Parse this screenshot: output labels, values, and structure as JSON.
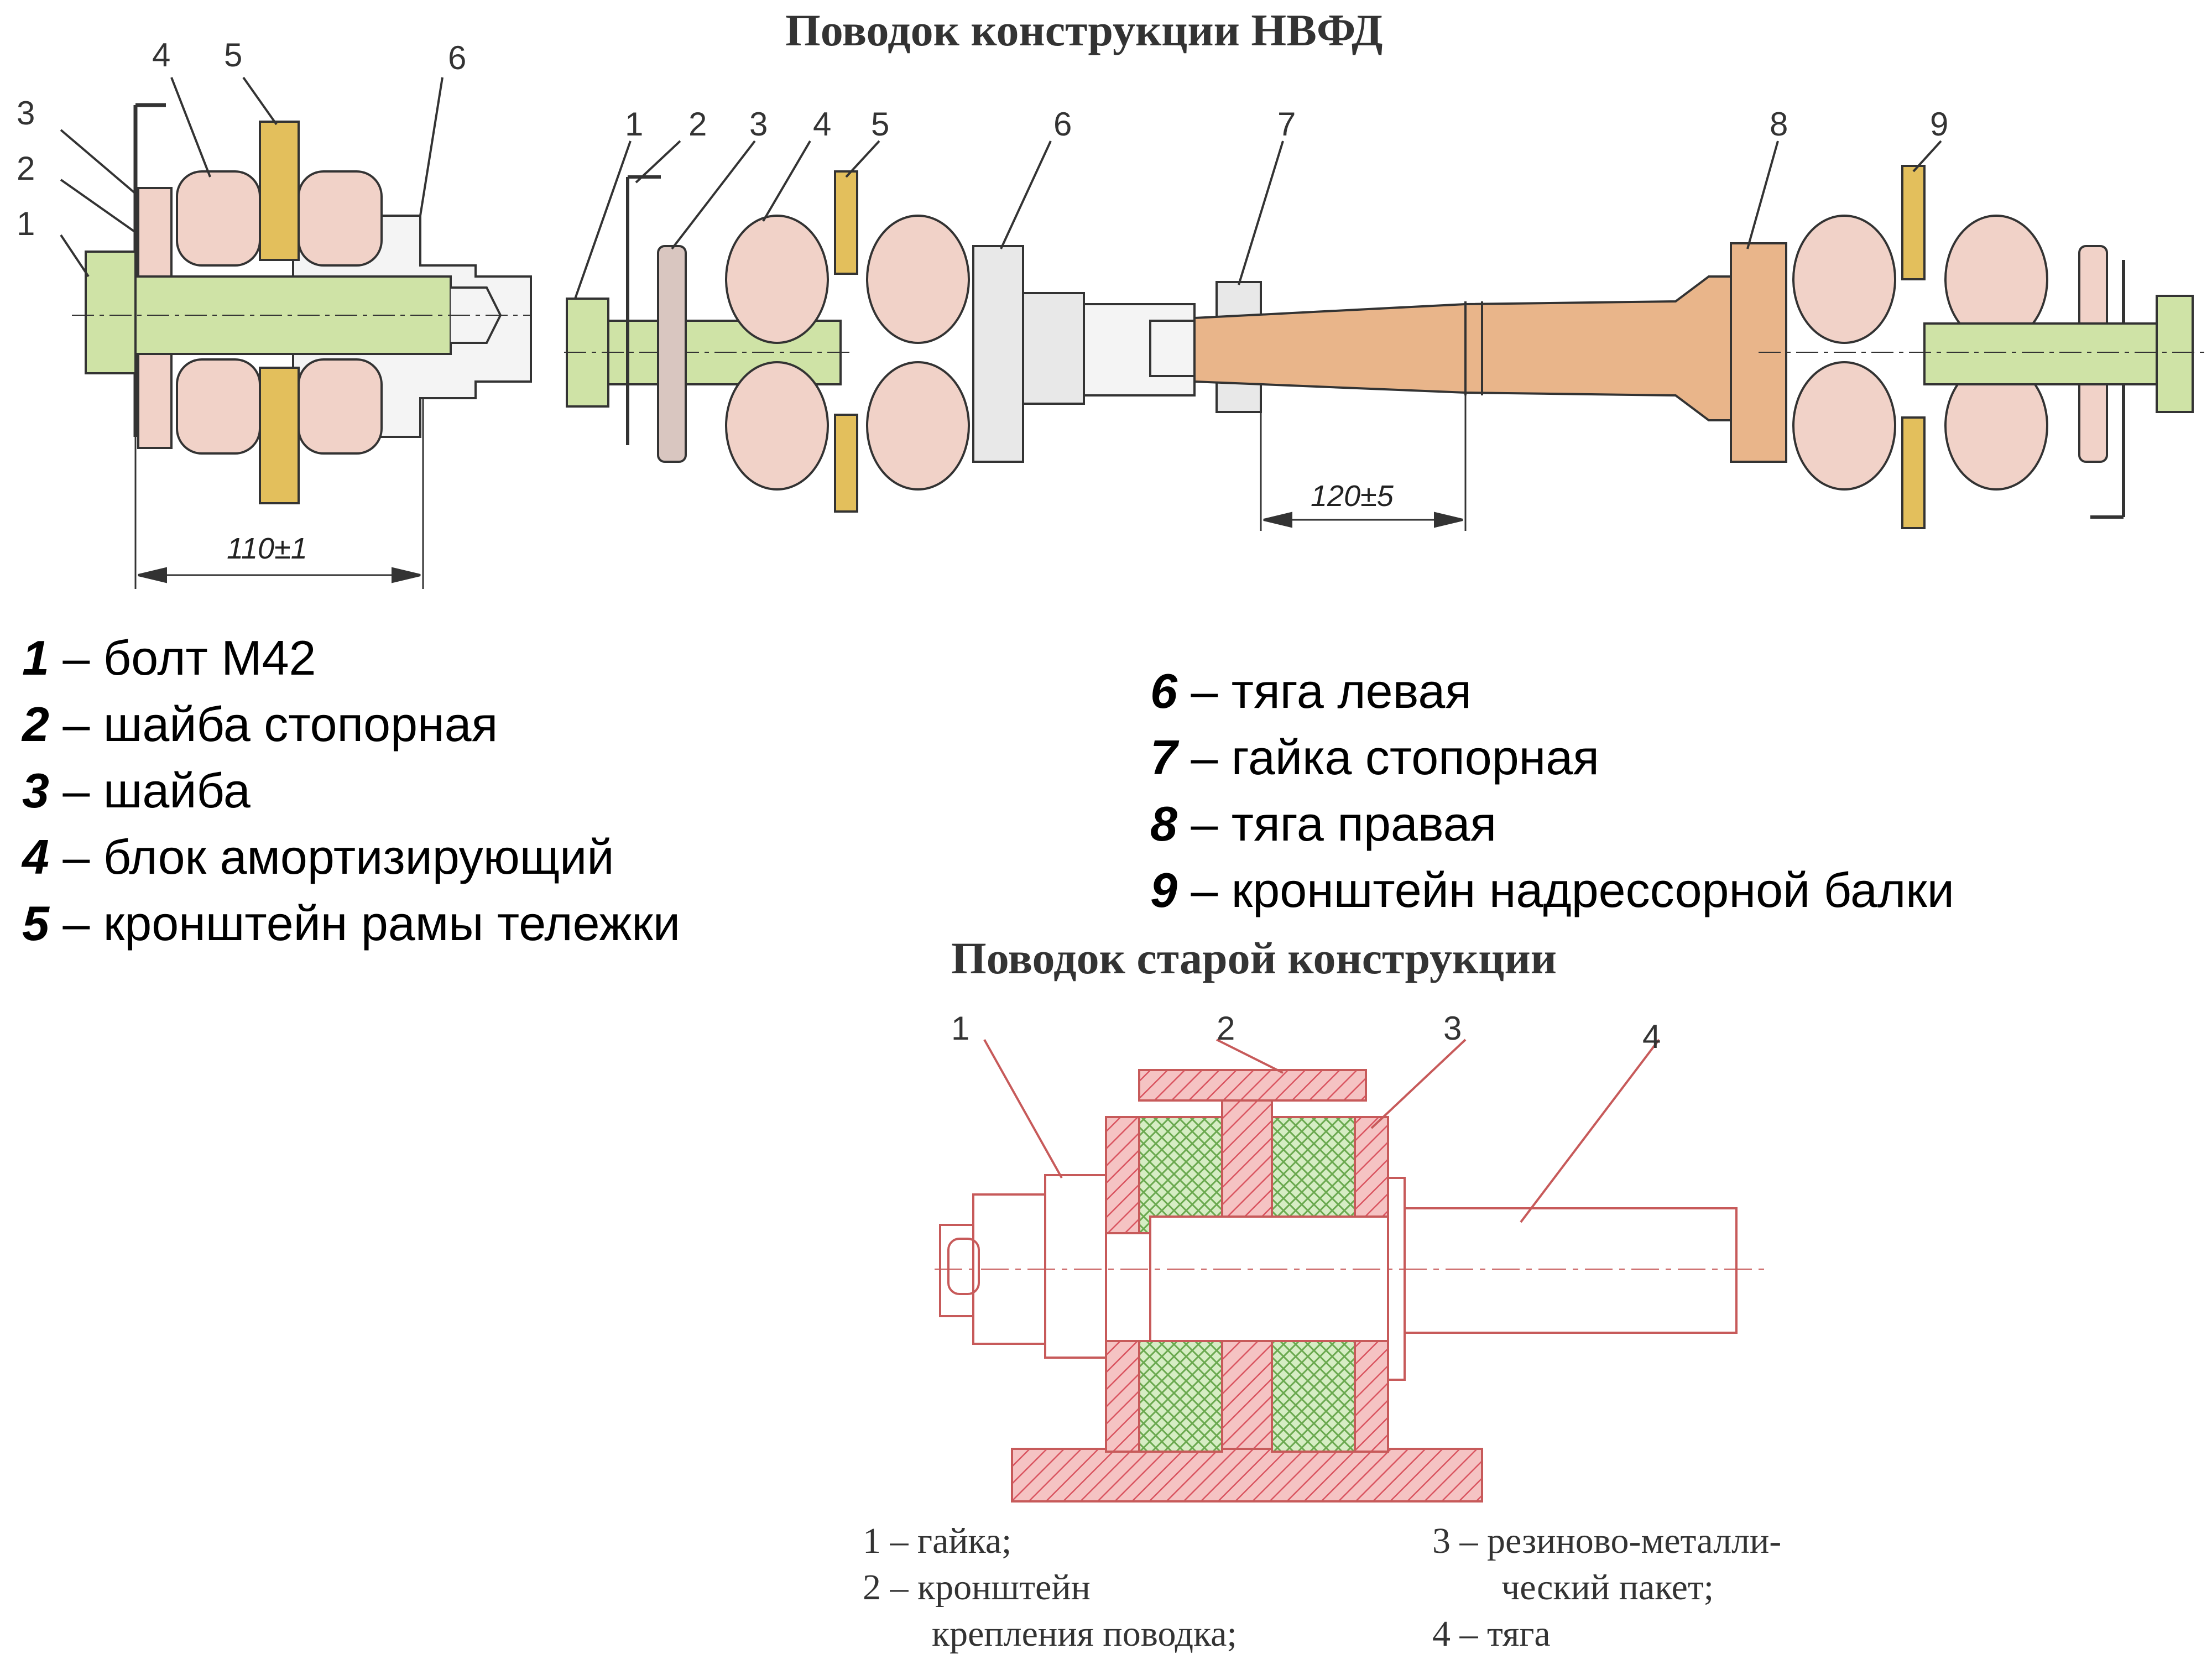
{
  "nvfd": {
    "title": "Поводок конструкции НВФД",
    "dim_left": "110±1",
    "dim_right": "120±5",
    "left_tags": [
      "1",
      "2",
      "3",
      "4",
      "5",
      "6"
    ],
    "right_tags": [
      "1",
      "2",
      "3",
      "4",
      "5",
      "6",
      "7",
      "8",
      "9"
    ],
    "legend_left": [
      {
        "num": "1",
        "text": " – болт М42"
      },
      {
        "num": "2",
        "text": " – шайба стопорная"
      },
      {
        "num": "3",
        "text": " – шайба"
      },
      {
        "num": "4",
        "text": " – блок амортизирующий"
      },
      {
        "num": "5",
        "text": " – кронштейн рамы тележки"
      }
    ],
    "legend_right": [
      {
        "num": "6",
        "text": " – тяга левая"
      },
      {
        "num": "7",
        "text": " – гайка стопорная"
      },
      {
        "num": "8",
        "text": " – тяга правая"
      },
      {
        "num": "9",
        "text": " – кронштейн надрессорной балки"
      }
    ]
  },
  "old": {
    "title": "Поводок старой конструкции",
    "tags": [
      "1",
      "2",
      "3",
      "4"
    ],
    "legend": {
      "l1": "1 – гайка;",
      "l2": "2 – кронштейн",
      "l2b": "крепления поводка;",
      "l3": "3 – резиново-металли-",
      "l3b": "ческий пакет;",
      "l4": "4 – тяга"
    }
  },
  "colors": {
    "bolt": "#cfe3a6",
    "rubber": "#f1d2c8",
    "bracket": "#e3bf5c",
    "rod": "#e9b58a",
    "gray": "#e8e8e8",
    "hatch_red": "#e0707a",
    "hatch_green": "#8fc470"
  }
}
